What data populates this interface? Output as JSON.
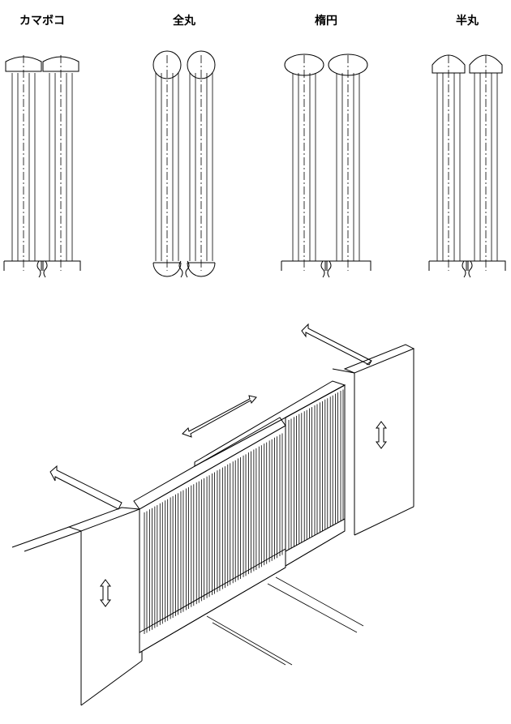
{
  "profiles": [
    {
      "key": "kamaboko",
      "label": "カマボコ",
      "shape": "kamaboko"
    },
    {
      "key": "zenmaru",
      "label": "全丸",
      "shape": "round"
    },
    {
      "key": "daen",
      "label": "楕円",
      "shape": "ellipse"
    },
    {
      "key": "hanmaru",
      "label": "半丸",
      "shape": "halfround"
    }
  ],
  "colors": {
    "line": "#000000",
    "background": "#ffffff"
  },
  "illustration": {
    "type": "sliding-gate-isometric",
    "arrows": [
      "slide-arrow",
      "slide-arrow",
      "slide-arrow",
      "lift-arrow",
      "lift-arrow"
    ]
  }
}
